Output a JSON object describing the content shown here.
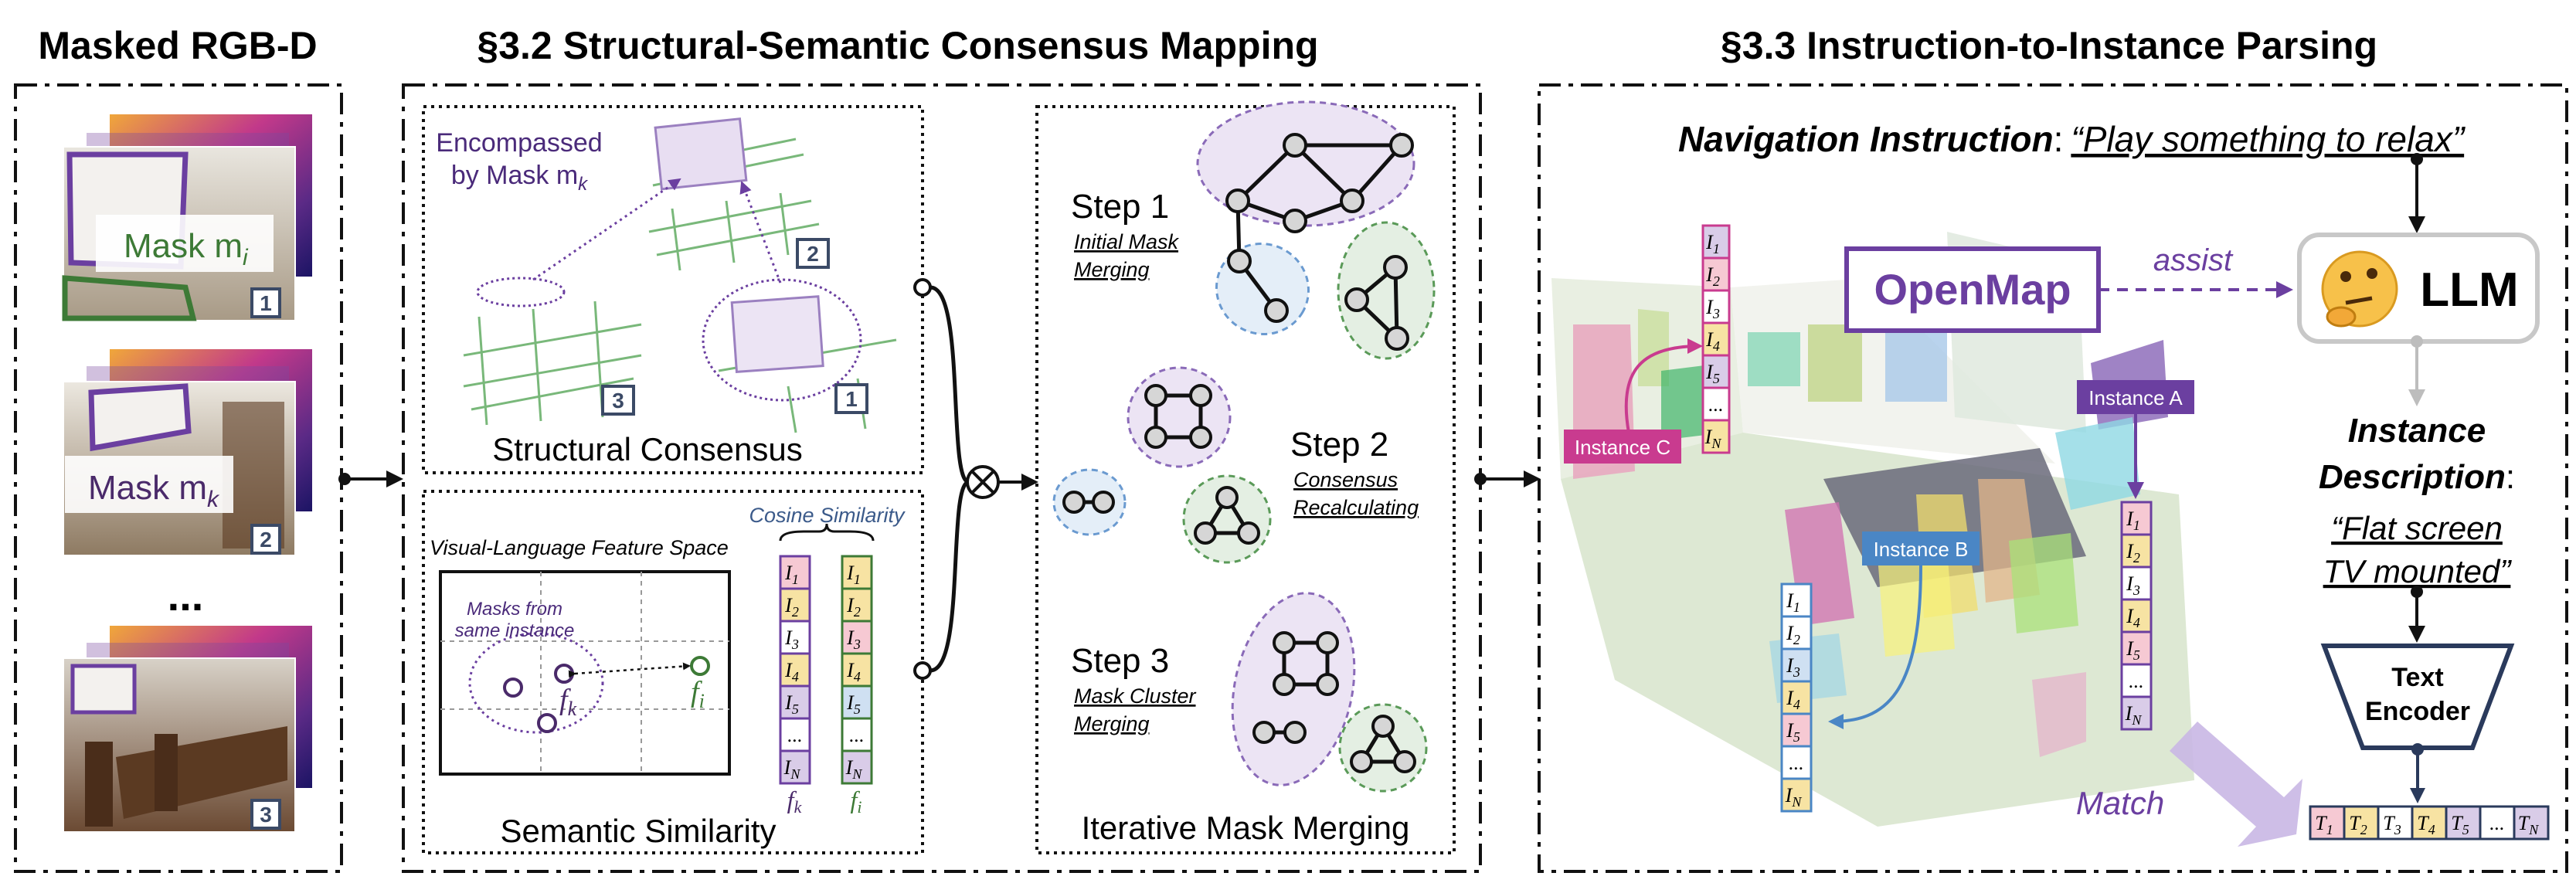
{
  "panel_masked": {
    "title": "Masked RGB-D",
    "frame1_label": "Mask m",
    "frame1_sub": "i",
    "frame1_num": "1",
    "frame2_label": "Mask m",
    "frame2_sub": "k",
    "frame2_num": "2",
    "ellipsis": "...",
    "frame3_num": "3"
  },
  "panel_mapping": {
    "title": "§3.2 Structural-Semantic Consensus Mapping",
    "structural": {
      "caption": "Structural Consensus",
      "note_line1": "Encompassed",
      "note_line2": "by Mask m",
      "note_sub": "k",
      "view_num_2": "2",
      "view_num_3": "3",
      "view_num_1": "1"
    },
    "semantic": {
      "caption": "Semantic Similarity",
      "space_label": "Visual-Language Feature Space",
      "cosine_label": "Cosine Similarity",
      "cluster_label_1": "Masks from",
      "cluster_label_2": "same instance",
      "fk": "f",
      "fk_sub": "k",
      "fi": "f",
      "fi_sub": "i",
      "col_k_caption": "f",
      "col_k_sub": "k",
      "col_i_caption": "f",
      "col_i_sub": "i"
    },
    "merging": {
      "caption": "Iterative Mask Merging",
      "step1_title": "Step 1",
      "step1_desc_1": "Initial Mask",
      "step1_desc_2": "Merging",
      "step2_title": "Step 2",
      "step2_desc_1": "Consensus",
      "step2_desc_2": "Recalculating",
      "step3_title": "Step 3",
      "step3_desc_1": "Mask Cluster",
      "step3_desc_2": "Merging"
    }
  },
  "panel_parsing": {
    "title": "§3.3 Instruction-to-Instance Parsing",
    "nav_label": "Navigation Instruction",
    "nav_colon": ":",
    "nav_quote": "“Play something to relax”",
    "openmap": "OpenMap",
    "assist": "assist",
    "llm": "LLM",
    "emoji": "🤔",
    "desc_title_1": "Instance",
    "desc_title_2": "Description",
    "desc_colon": ":",
    "desc_quote_1": "“Flat screen",
    "desc_quote_2": "TV mounted”",
    "encoder_1": "Text",
    "encoder_2": "Encoder",
    "match": "Match",
    "instance_a": "Instance A",
    "instance_b": "Instance B",
    "instance_c": "Instance C"
  },
  "feature_column": {
    "labels": [
      "I",
      "I",
      "I",
      "I",
      "I",
      "...",
      "I"
    ],
    "subs": [
      "1",
      "2",
      "3",
      "4",
      "5",
      "",
      "N"
    ]
  },
  "text_tokens": {
    "labels": [
      "T",
      "T",
      "T",
      "T",
      "T",
      "...",
      "T"
    ],
    "subs": [
      "1",
      "2",
      "3",
      "4",
      "5",
      "",
      "N"
    ]
  },
  "colors": {
    "purple": "#6b3fa0",
    "green": "#3d7a36",
    "blue": "#4a86c5",
    "magenta": "#c93b8f",
    "navy": "#2a3a5c",
    "cell_pink": "#f6c9d3",
    "cell_yellow": "#f7e3a3",
    "cell_lavender": "#d9cce8",
    "cell_blue": "#cfe0f2",
    "cell_white": "#ffffff"
  }
}
